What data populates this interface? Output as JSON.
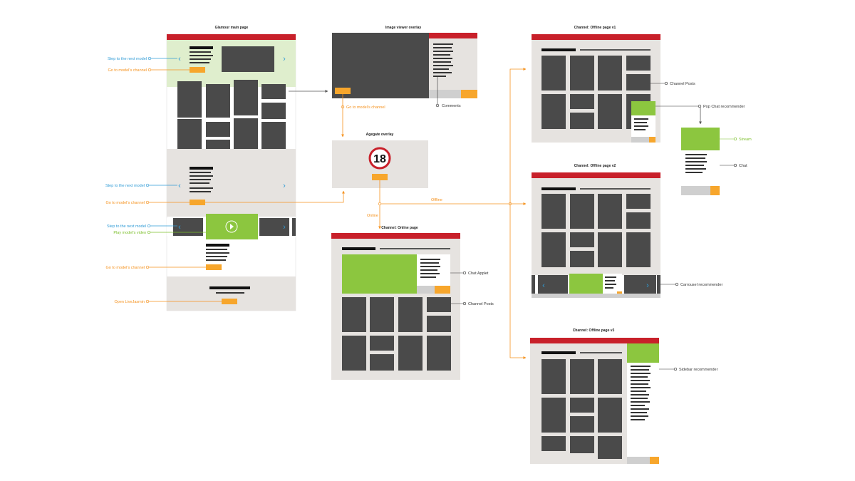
{
  "colors": {
    "header_red": "#c8202a",
    "frame_gray": "#e6e3e0",
    "block_dark": "#4a4a4a",
    "accent_orange": "#f7a62c",
    "accent_green": "#8cc63f",
    "hero_tint": "#dfeecd",
    "link_blue": "#2f9bd6",
    "label_orange": "#f5921e",
    "label_green": "#7bbf2a"
  },
  "titles": {
    "glamour": "Glamour main page",
    "viewer": "Image viewer overlay",
    "agegate": "Agegate overlay",
    "online": "Channel: Online page",
    "offline1": "Channel: Offline page v1",
    "offline2": "Channel: Offline page v2",
    "offline3": "Channel: Offline page v3"
  },
  "annotations": {
    "step_next_1": "Step to the next model",
    "go_channel_1": "Go to model's channel",
    "step_next_2": "Step to the next model",
    "go_channel_2": "Go to model's channel",
    "step_next_3": "Step to the next model",
    "play_video": "Play model's video",
    "go_channel_3": "Go to model's channel",
    "open_livejasmin": "Open LiveJasmin",
    "viewer_go_channel": "Go to model's channel",
    "comments": "Comments",
    "chat_applet": "Chat Applet",
    "channel_posts_online": "Channel Posts",
    "channel_posts_v1": "Channel Posts",
    "pop_chat": "Pop Chat recommender",
    "stream": "Stream",
    "chat": "Chat",
    "carousel": "Carrousel recommender",
    "sidebar": "Sidebar recommender",
    "offline": "Offline",
    "online": "Online"
  },
  "agegate_badge": "18",
  "icons": [
    "chevron-left-icon",
    "chevron-right-icon",
    "play-icon"
  ]
}
